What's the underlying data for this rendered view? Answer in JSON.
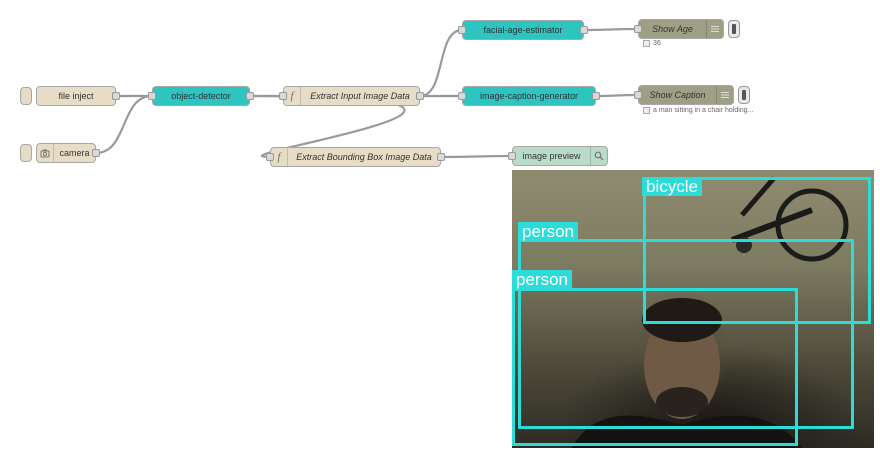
{
  "nodes": {
    "file_inject": "file inject",
    "camera": "camera",
    "object_detector": "object-detector",
    "extract_input": "Extract Input Image Data",
    "facial_age": "facial-age-estimator",
    "image_caption": "image-caption-generator",
    "extract_bbox": "Extract Bounding Box Image Data",
    "image_preview": "image preview",
    "show_age": "Show Age",
    "show_caption": "Show Caption"
  },
  "status": {
    "age": "36",
    "caption": "a man sitting in a chair holding..."
  },
  "icons": {
    "function": "f",
    "camera": "camera-icon",
    "search": "search-icon",
    "list": "list-icon"
  },
  "detections": [
    {
      "label": "bicycle"
    },
    {
      "label": "person"
    },
    {
      "label": "person"
    }
  ],
  "colors": {
    "function_node": "#e7dcc6",
    "ml_node": "#2ec4c0",
    "debug_node": "#9f9f86",
    "bbox": "#2bdcd9"
  }
}
